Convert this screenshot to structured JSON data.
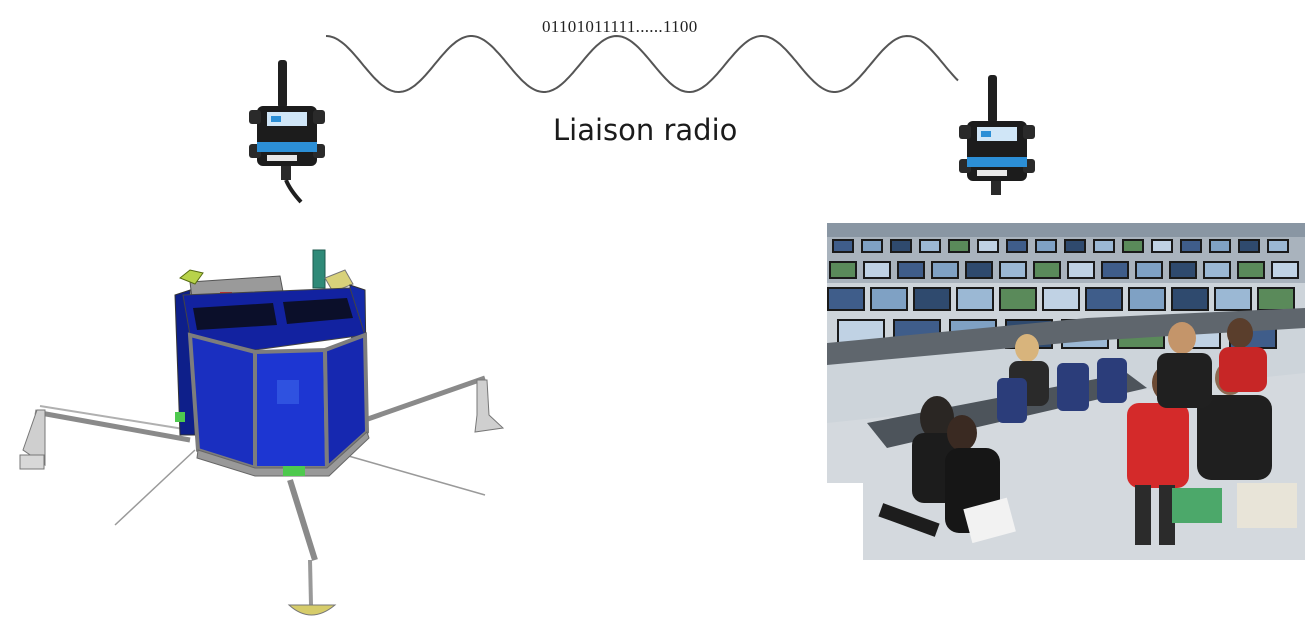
{
  "diagram": {
    "bitstream": "01101011111......1100",
    "link_label": "Liaison radio"
  },
  "colors": {
    "lander_body": "#1a2fc0",
    "lander_frame": "#7d7d7d",
    "radio_body": "#1c1c1c",
    "radio_band": "#2c8fd6",
    "wave": "#555555",
    "shirt_red": "#d42a2a"
  },
  "icons": {
    "radio_module": "radio-transceiver-icon",
    "lander": "space-lander-icon",
    "photo": "mission-control-room-photo"
  }
}
